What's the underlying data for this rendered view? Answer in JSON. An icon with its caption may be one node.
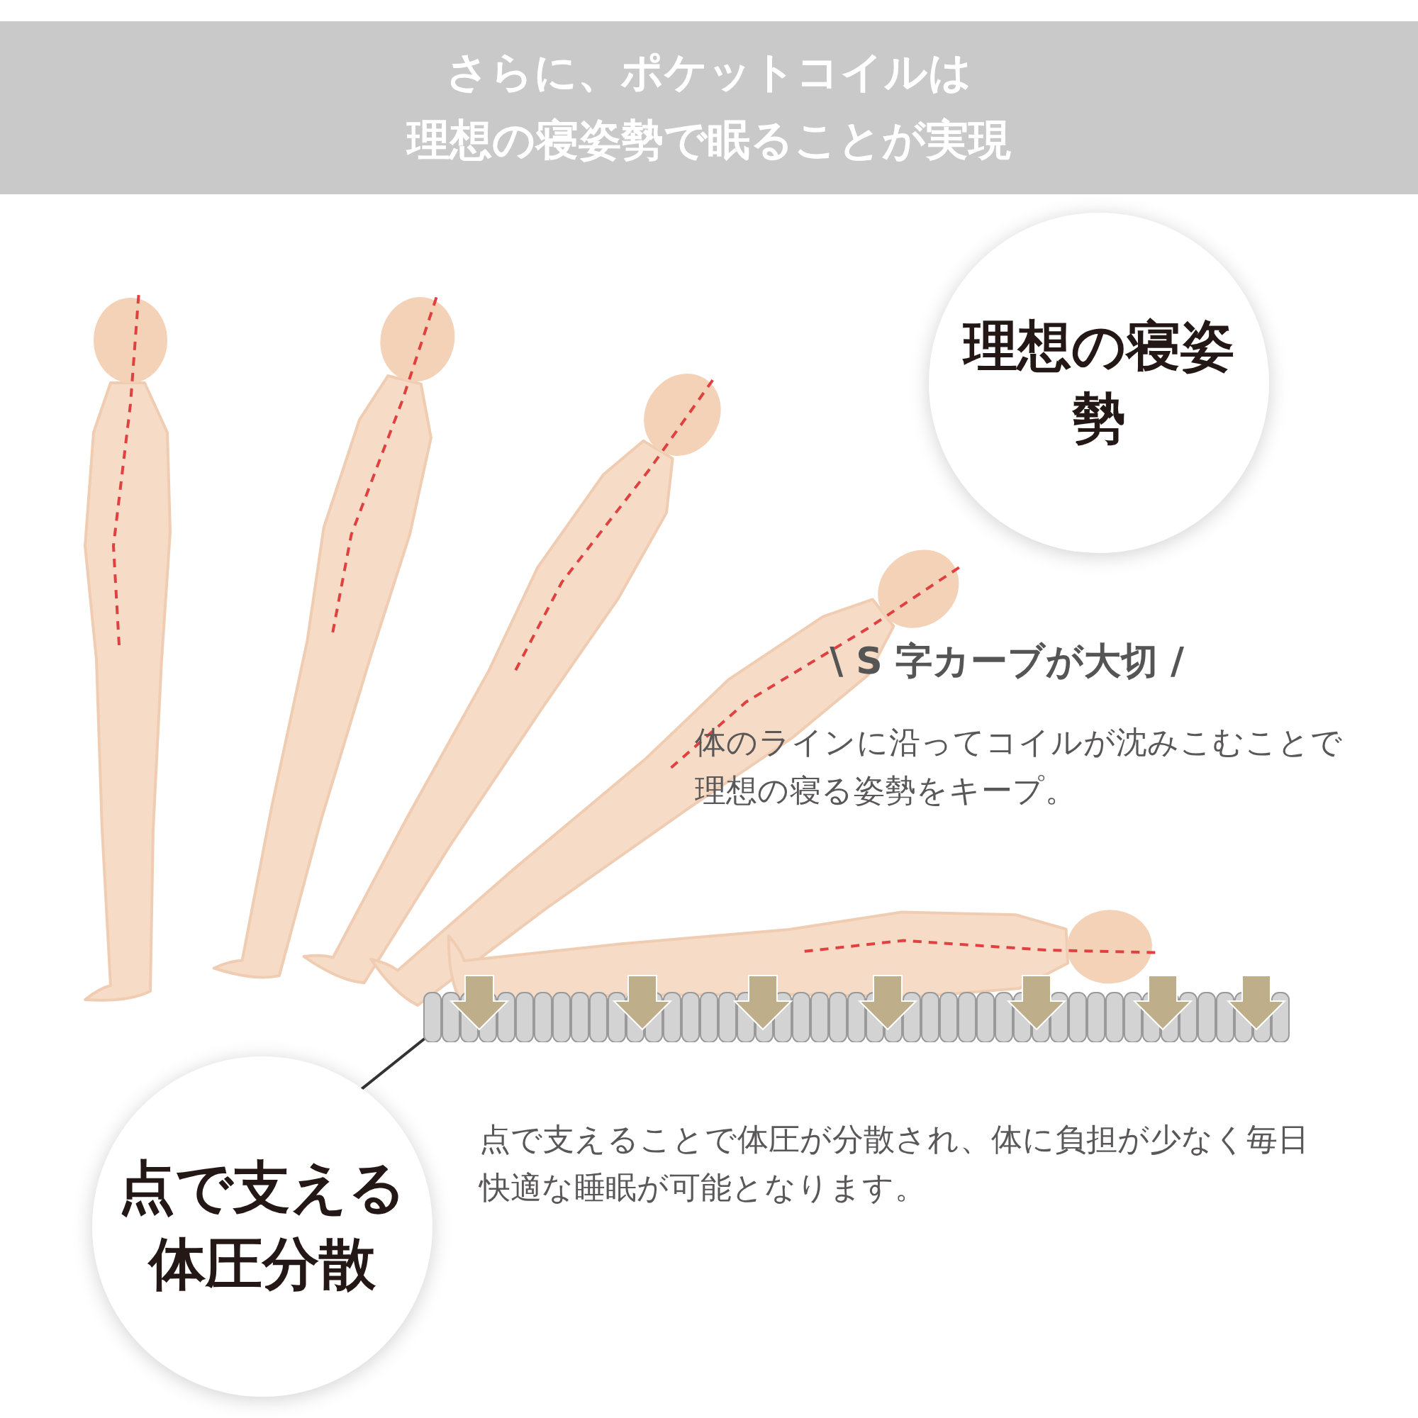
{
  "diagram": {
    "title": "さらに、ポケットコイルは理想の寝姿勢で眠ることが実現",
    "nodes": [
      {
        "text": [
          "理想の寝姿勢"
        ]
      },
      {
        "text": [],
        "shape": "picture"
      },
      {
        "text": [
          "点で支える体圧分散"
        ]
      }
    ],
    "edges": [
      {
        "from": 2,
        "to": 1,
        "arrow": "none"
      }
    ],
    "labels": [
      "\\ S 字カーブが大切 /",
      "体のラインに沿ってコイルが沈みこむことで理想の寝る姿勢をキープ。",
      "点で支えることで体圧が分散され、体に負担が少なく毎日快適な睡眠が可能となります。"
    ]
  }
}
